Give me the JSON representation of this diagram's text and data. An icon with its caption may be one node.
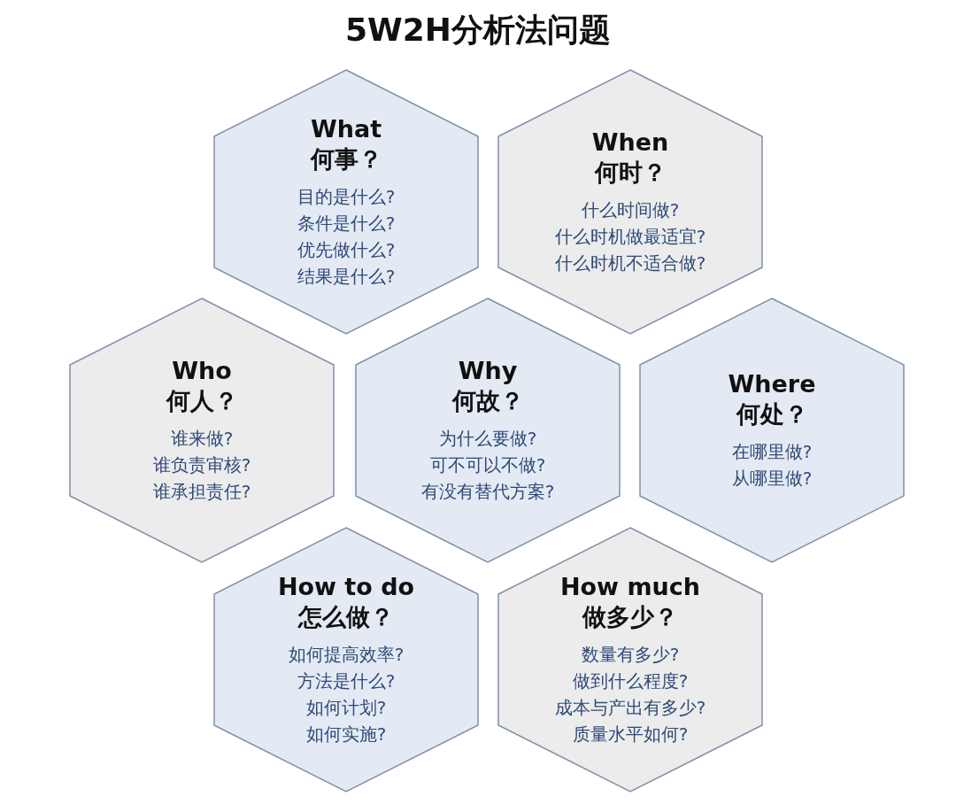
{
  "diagram": {
    "title": "5W2H分析法问题",
    "nodes": [
      {
        "text": [
          "What",
          "何事？",
          "目的是什么?",
          "条件是什么?",
          "优先做什么?",
          "结果是什么?"
        ]
      },
      {
        "text": [
          "When",
          "何时？",
          "什么时间做?",
          "什么时机做最适宜?",
          "什么时机不适合做?"
        ]
      },
      {
        "text": [
          "Who",
          "何人？",
          "谁来做?",
          "谁负责审核?",
          "谁承担责任?"
        ]
      },
      {
        "text": [
          "Why",
          "何故？",
          "为什么要做?",
          "可不可以不做?",
          "有没有替代方案?"
        ]
      },
      {
        "text": [
          "Where",
          "何处？",
          "在哪里做?",
          "从哪里做?"
        ]
      },
      {
        "text": [
          "How to do",
          "怎么做？",
          "如何提高效率?",
          "方法是什么?",
          "如何计划?",
          "如何实施?"
        ]
      },
      {
        "text": [
          "How much",
          "做多少？",
          "数量有多少?",
          "做到什么程度?",
          "成本与产出有多少?",
          "质量水平如何?"
        ]
      }
    ]
  }
}
